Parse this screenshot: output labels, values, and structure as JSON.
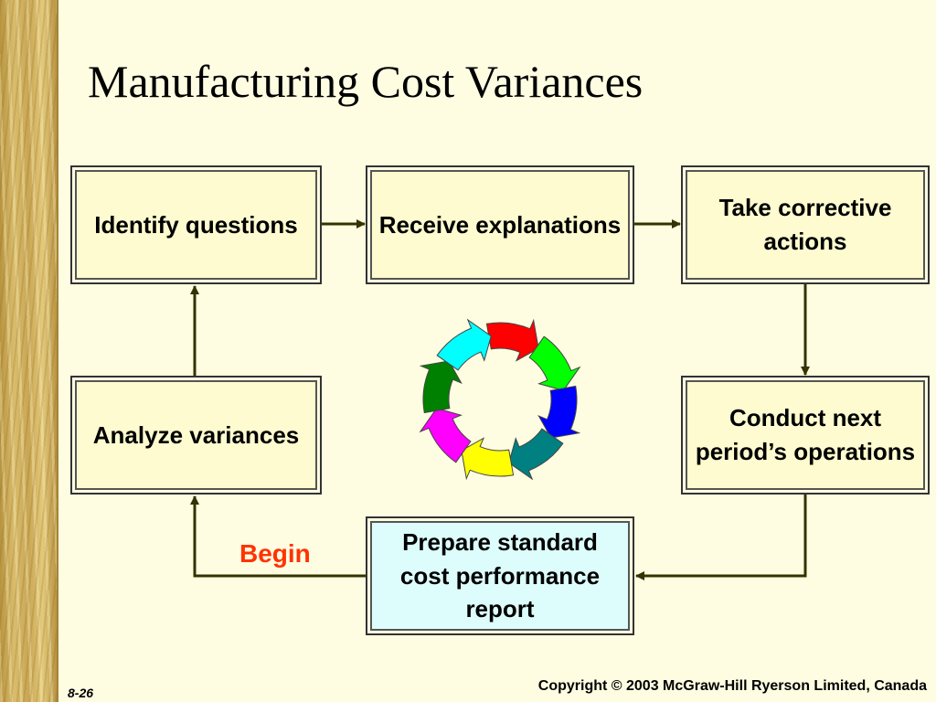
{
  "title": "Manufacturing Cost Variances",
  "boxes": {
    "identify": "Identify questions",
    "receive": "Receive explanations",
    "corrective": "Take corrective actions",
    "conduct": "Conduct next period’s operations",
    "analyze": "Analyze variances",
    "prepare": "Prepare standard cost performance report"
  },
  "begin_label": "Begin",
  "footer": {
    "page_number": "8-26",
    "copyright": "Copyright © 2003 McGraw-Hill Ryerson Limited, Canada"
  },
  "colors": {
    "box_fill": "#fdfbcf",
    "report_box_fill": "#ddfdfd",
    "connector": "#333300",
    "begin": "#ff3300",
    "cycle": [
      "#ff0000",
      "#00ff00",
      "#0000ff",
      "#008080",
      "#ffff00",
      "#ff00ff",
      "#008000",
      "#00ffff"
    ]
  },
  "icon": "circular-arrows-cycle-icon"
}
